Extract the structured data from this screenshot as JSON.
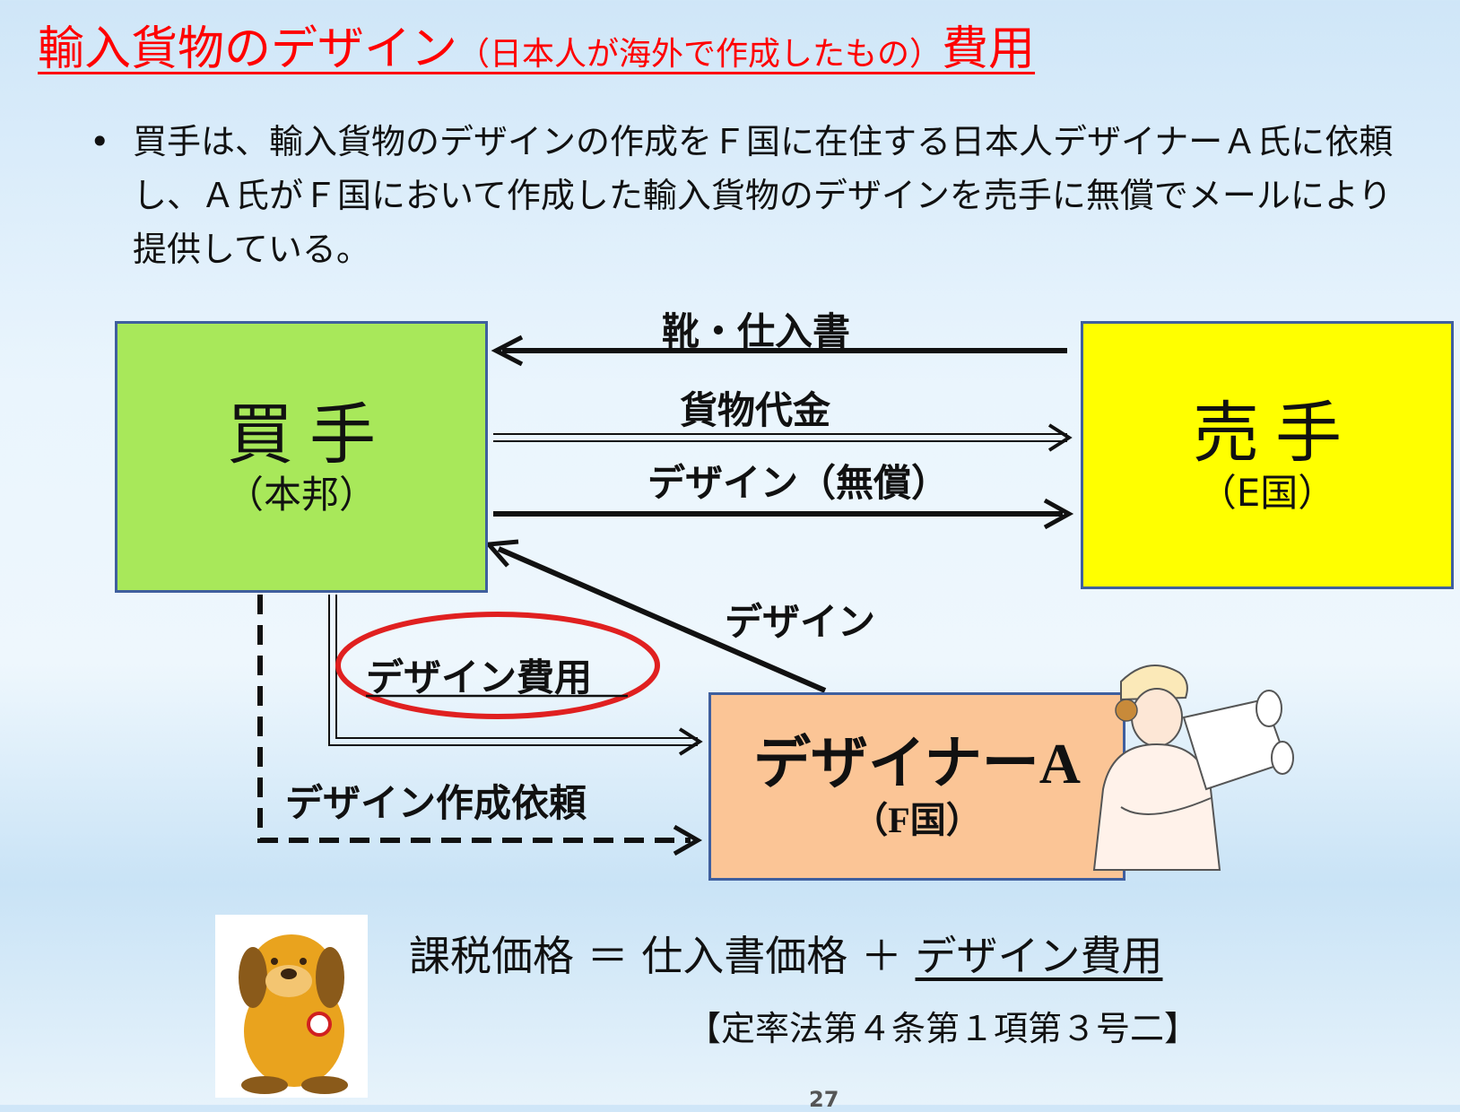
{
  "title": {
    "main": "輸入貨物のデザイン",
    "paren": "（日本人が海外で作成したもの）",
    "tail": "費用"
  },
  "bullet": {
    "marker": "•",
    "text": "買手は、輸入貨物のデザインの作成をＦ国に在住する日本人デザイナーＡ氏に依頼し、Ａ氏がＦ国において作成した輸入貨物のデザインを売手に無償でメールにより提供している。"
  },
  "nodes": {
    "buyer": {
      "name": "買手",
      "location": "（本邦）",
      "color": "#a8e85a"
    },
    "seller": {
      "name": "売手",
      "location": "（E国）",
      "color": "#ffff00"
    },
    "designer": {
      "name": "デザイナーA",
      "location": "（F国）",
      "color": "#fbc596"
    }
  },
  "flows": {
    "goods_invoice": "靴・仕入書",
    "payment": "貨物代金",
    "design_free": "デザイン（無償）",
    "design": "デザイン",
    "design_fee": "デザイン費用",
    "design_request": "デザイン作成依頼"
  },
  "highlight_color": "#e02020",
  "formula": {
    "lhs": "課税価格",
    "eq": "＝",
    "term1": "仕入書価格",
    "plus": "＋",
    "term2": "デザイン費用"
  },
  "law_ref": "【定率法第４条第１項第３号二】",
  "page_number": "27"
}
